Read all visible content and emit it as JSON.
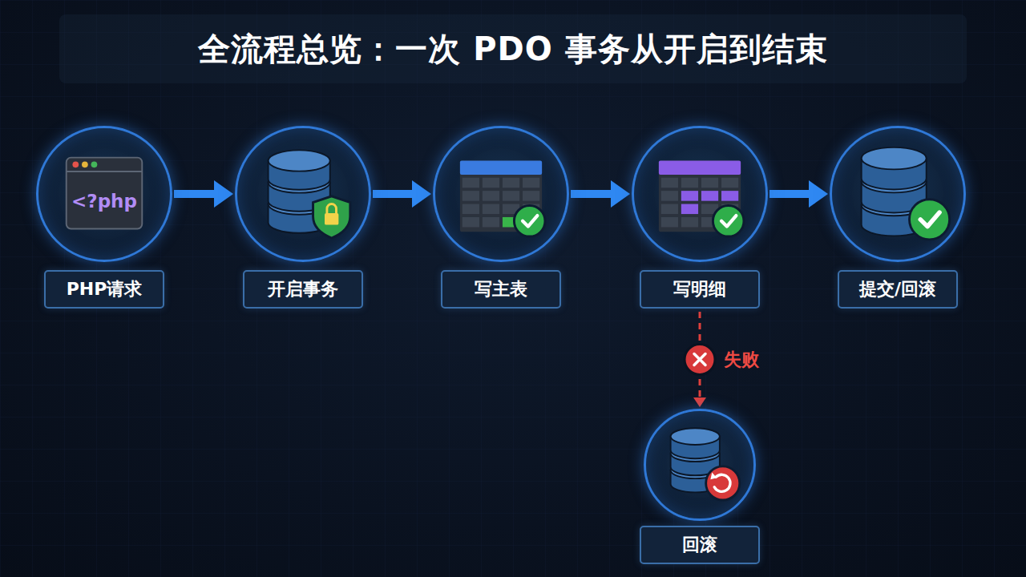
{
  "diagram": {
    "title": "全流程总览：一次 PDO 事务从开启到结束",
    "nodes": [
      {
        "text": [
          "<?php",
          "PHP请求"
        ]
      },
      {
        "text": [
          "开启事务"
        ]
      },
      {
        "text": [
          "写主表"
        ]
      },
      {
        "text": [
          "写明细"
        ]
      },
      {
        "text": [
          "提交/回滚"
        ]
      },
      {
        "text": [
          "回滚"
        ]
      }
    ],
    "edges": [
      {
        "from": 0,
        "to": 1,
        "arrow": "to"
      },
      {
        "from": 1,
        "to": 2,
        "arrow": "to"
      },
      {
        "from": 2,
        "to": 3,
        "arrow": "to"
      },
      {
        "from": 3,
        "to": 4,
        "arrow": "to"
      },
      {
        "from": 3,
        "to": 5,
        "label": "失败",
        "arrow": "to"
      }
    ]
  }
}
